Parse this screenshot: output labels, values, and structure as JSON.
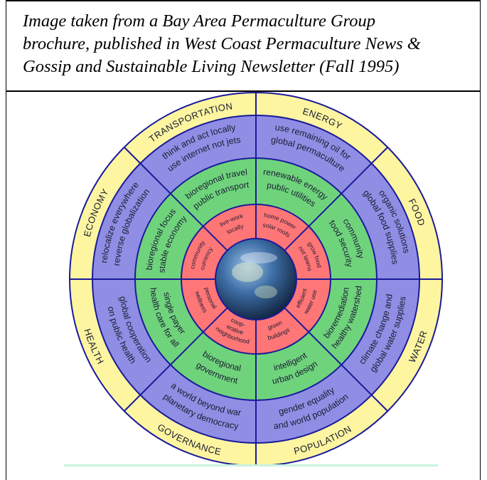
{
  "caption": {
    "lines": [
      "Image taken from a Bay Area Permaculture Group",
      "brochure, published in West Coast Permaculture News &",
      "Gossip and Sustainable Living Newsletter (Fall 1995)"
    ]
  },
  "colors": {
    "outer_ring": "#fdf5a0",
    "blue_ring": "#8f8ee4",
    "green_ring": "#6fd37c",
    "red_ring": "#ff7676",
    "spoke": "#1a1a9a",
    "text": "#1b1b33",
    "earth": "#2c5f9e"
  },
  "wheel": {
    "sectors": [
      {
        "category": "ENERGY",
        "blue": [
          "use remaining oil for",
          "global permaculture"
        ],
        "green": [
          "renewable energy",
          "public utilities"
        ],
        "red": [
          "home power",
          "solar roofs"
        ]
      },
      {
        "category": "FOOD",
        "blue": [
          "organic solutions",
          "global food supplies"
        ],
        "green": [
          "community",
          "food security"
        ],
        "red": [
          "grow food",
          "not lawns"
        ]
      },
      {
        "category": "WATER",
        "blue": [
          "climate change and",
          "global water supplies"
        ],
        "green": [
          "bioremediation",
          "healthy watershed"
        ],
        "red": [
          "efficient",
          "water use"
        ]
      },
      {
        "category": "POPULATION",
        "blue": [
          "gender equality",
          "and world population"
        ],
        "green": [
          "intelligent",
          "urban design"
        ],
        "red": [
          "green",
          "buildings"
        ]
      },
      {
        "category": "GOVERNANCE",
        "blue": [
          "a world beyond war",
          "planetary democracy"
        ],
        "green": [
          "bioregional",
          "government"
        ],
        "red": [
          "coop-",
          "erative",
          "neighborhood"
        ]
      },
      {
        "category": "HEALTH",
        "blue": [
          "global cooperation",
          "on public health"
        ],
        "green": [
          "single payer",
          "health care for all"
        ],
        "red": [
          "personal",
          "wellness"
        ]
      },
      {
        "category": "ECONOMY",
        "blue": [
          "relocalize everywhere",
          "reverse globalization"
        ],
        "green": [
          "bioregional focus",
          "stable economy"
        ],
        "red": [
          "community",
          "currency"
        ]
      },
      {
        "category": "TRANSPORTATION",
        "blue": [
          "think and act locally",
          "use internet not jets"
        ],
        "green": [
          "bioregional travel",
          "public transport"
        ],
        "red": [
          "live-work",
          "locally"
        ]
      }
    ]
  }
}
